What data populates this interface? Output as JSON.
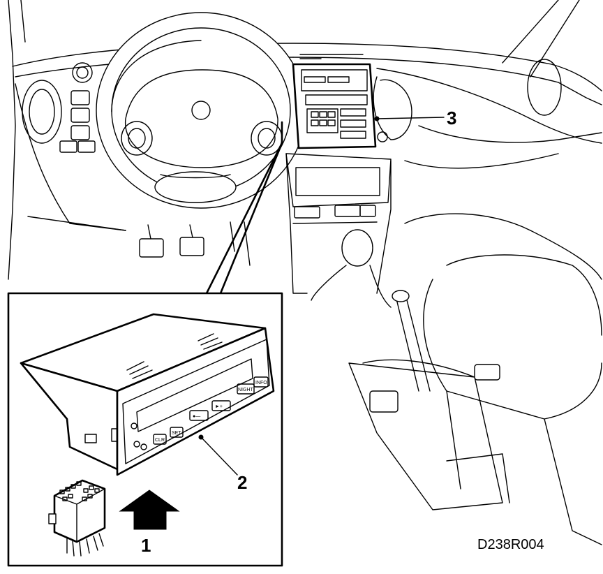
{
  "callouts": {
    "c1": "1",
    "c2": "2",
    "c3": "3"
  },
  "figure_code": "D238R004",
  "display_buttons": {
    "clr": "CLR",
    "set": "SET",
    "minus": "●—",
    "plus": "►+",
    "night": "NIGHT",
    "info": "INFO"
  }
}
